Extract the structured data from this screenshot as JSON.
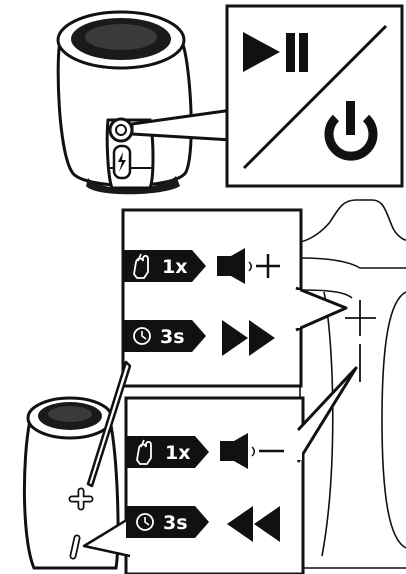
{
  "figure": {
    "top_panel": {
      "icons": [
        "speaker-top-view",
        "power-button-callout",
        "play-pause-icon",
        "power-icon",
        "charging-port-icon"
      ]
    },
    "volume_up_panel": {
      "rows": [
        {
          "action_icon": "tap-hand-icon",
          "action_label": "1x",
          "result_icon": "volume-up-icon"
        },
        {
          "action_icon": "clock-icon",
          "action_label": "3s",
          "result_icon": "skip-forward-icon"
        }
      ]
    },
    "volume_down_panel": {
      "rows": [
        {
          "action_icon": "tap-hand-icon",
          "action_label": "1x",
          "result_icon": "volume-down-icon"
        },
        {
          "action_icon": "clock-icon",
          "action_label": "3s",
          "result_icon": "skip-back-icon"
        }
      ]
    },
    "speaker_markings": {
      "plus": "+",
      "minus": "|"
    }
  }
}
